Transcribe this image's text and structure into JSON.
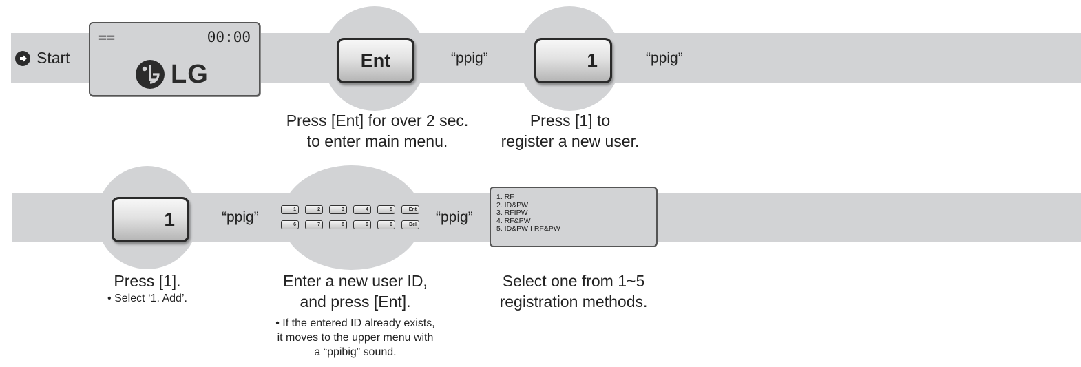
{
  "start_label": "Start",
  "lcd": {
    "symbols": "==",
    "time": "00:00",
    "logo_text": "LG"
  },
  "step1": {
    "key": "Ent",
    "sound": "“ppig”",
    "caption": [
      "Press [Ent] for over 2 sec.",
      "to enter main menu."
    ]
  },
  "step2": {
    "key": "1",
    "sound": "“ppig”",
    "caption": [
      "Press [1] to",
      "register a new user."
    ]
  },
  "step3": {
    "key": "1",
    "sound": "“ppig”",
    "caption": [
      "Press [1]."
    ],
    "note": [
      "• Select ‘1. Add’."
    ]
  },
  "step4": {
    "keypad": [
      [
        "1",
        "2",
        "3",
        "4",
        "5",
        "Ent"
      ],
      [
        "6",
        "7",
        "8",
        "9",
        "0",
        "Del"
      ]
    ],
    "sound": "“ppig”",
    "caption": [
      "Enter a new user ID,",
      "and press [Ent]."
    ],
    "note": [
      "• If the entered ID already exists,",
      "it moves to the upper menu with",
      "a “ppibig” sound."
    ]
  },
  "step5": {
    "menu": [
      "1. RF",
      "2. ID&PW",
      "3. RFIPW",
      "4. RF&PW",
      "5. ID&PW I RF&PW"
    ],
    "caption": [
      "Select one from 1~5",
      "registration methods."
    ]
  }
}
